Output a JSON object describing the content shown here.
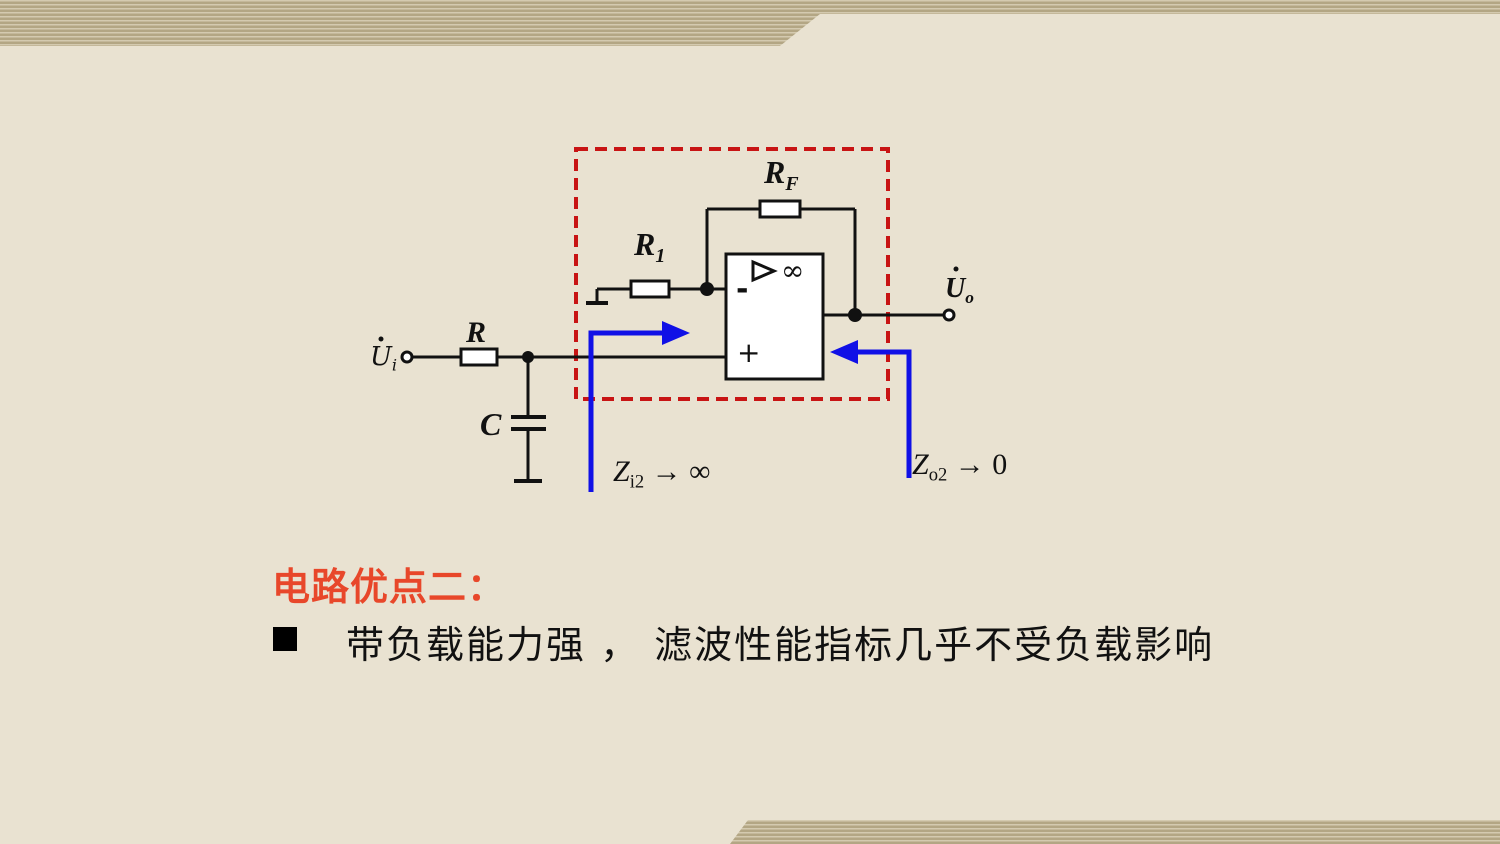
{
  "slide": {
    "heading": "电路优点二：",
    "bullet": "带负载能力强 ， 滤波性能指标几乎不受负载影响"
  },
  "circuit": {
    "input_label": "U",
    "input_sub": "i",
    "output_label": "U",
    "output_sub": "o",
    "resistor_r": "R",
    "capacitor_c": "C",
    "resistor_r1": "R",
    "resistor_r1_sub": "1",
    "resistor_rf": "R",
    "resistor_rf_sub": "F",
    "opamp_gain": "∞",
    "opamp_minus": "-",
    "opamp_plus": "+",
    "zi_label": "Z",
    "zi_sub": "i2",
    "zi_arrow": "→ ∞",
    "zo_label": "Z",
    "zo_sub": "o2",
    "zo_arrow": "→ 0"
  },
  "colors": {
    "background": "#e9e2d1",
    "stripe": "#a89a7a",
    "heading": "#e8472a",
    "dashed_box": "#c81414",
    "arrows": "#1010e6",
    "wire": "#111111"
  }
}
